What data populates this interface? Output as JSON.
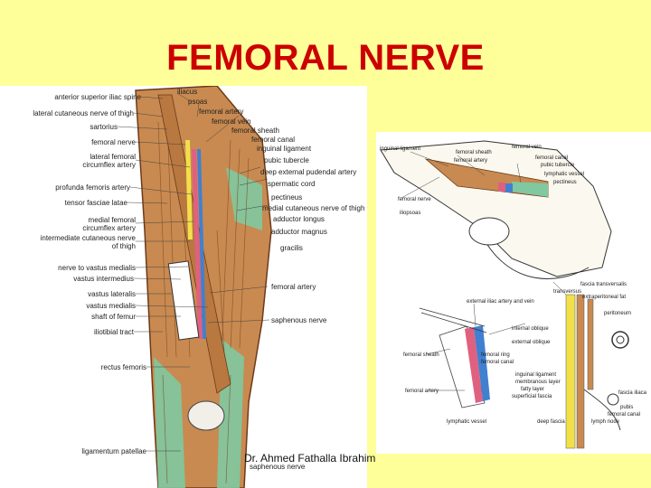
{
  "slide": {
    "title": "FEMORAL NERVE",
    "credit": "Dr. Ahmed Fathalla Ibrahim"
  },
  "left_figure": {
    "labels_left": [
      "anterior superior iliac spine",
      "lateral cutaneous nerve of thigh",
      "sartorius",
      "femoral nerve",
      "lateral femoral circumflex artery",
      "profunda femoris artery",
      "tensor fasciae latae",
      "medial femoral circumflex artery",
      "intermediate cutaneous nerve of thigh",
      "nerve to vastus medialis",
      "vastus intermedius",
      "vastus lateralis",
      "vastus medialis",
      "shaft of femur",
      "iliotibial tract",
      "rectus femoris",
      "ligamentum patellae"
    ],
    "labels_right": [
      "iliacus",
      "psoas",
      "femoral artery",
      "femoral vein",
      "femoral sheath",
      "femoral canal",
      "inguinal ligament",
      "pubic tubercle",
      "deep external pudendal artery",
      "spermatic cord",
      "pectineus",
      "medial cutaneous nerve of thigh",
      "adductor longus",
      "adductor magnus",
      "gracilis",
      "femoral artery",
      "saphenous nerve"
    ],
    "bottom_label": "saphenous nerve"
  },
  "right_figure": {
    "top_labels": [
      "inguinal ligament",
      "femoral sheath",
      "femoral artery",
      "femoral vein",
      "femoral canal",
      "pubic tubercle",
      "lymphatic vessel",
      "pectineus",
      "femoral nerve",
      "iliopsoas"
    ],
    "bottom_labels": [
      "external iliac artery and vein",
      "internal oblique",
      "external oblique",
      "femoral sheath",
      "femoral ring",
      "femoral canal",
      "femoral artery",
      "inguinal ligament",
      "membranous layer",
      "fatty layer",
      "superficial fascia",
      "lymphatic vessel",
      "deep fascia",
      "lymph node",
      "fascia transversalis",
      "transversus",
      "extraperitoneal fat",
      "peritoneum",
      "fascia iliaca",
      "pubis",
      "femoral canal"
    ]
  },
  "colors": {
    "background": "#FFFF99",
    "title": "#CC0000",
    "muscle": "#C88A50",
    "artery": "#E06080",
    "vein": "#4080D0",
    "nerve": "#F2E04A",
    "fascia": "#7FC8A0"
  }
}
